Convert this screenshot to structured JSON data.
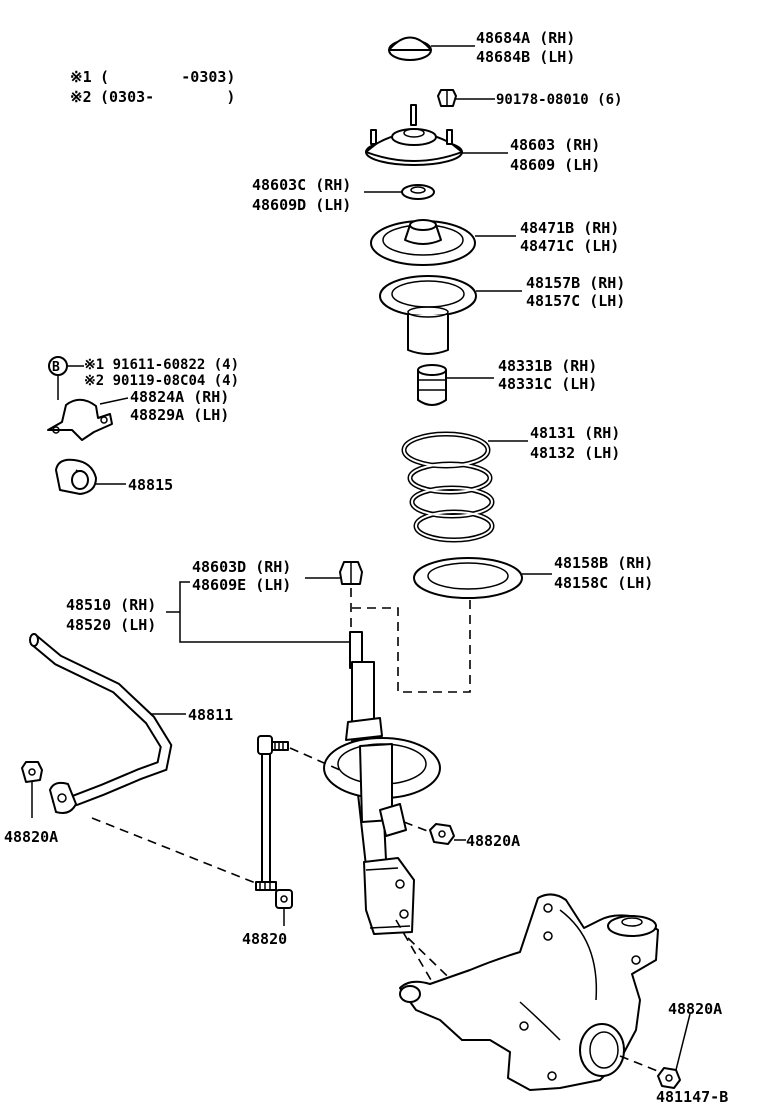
{
  "notes": [
    {
      "mark": "※1",
      "range": "(        -0303)"
    },
    {
      "mark": "※2",
      "range": "(0303-        )"
    }
  ],
  "diagram_code": "481147-B",
  "bolt_ref_symbol": "B",
  "parts": {
    "cap_rh": "48684A (RH)",
    "cap_lh": "48684B (LH)",
    "nut_top": "90178-08010 (6)",
    "support_rh": "48603 (RH)",
    "support_lh": "48609 (LH)",
    "spacer_rh": "48603C (RH)",
    "spacer_lh": "48609D (LH)",
    "seat_upper_rh": "48471B (RH)",
    "seat_upper_lh": "48471C (LH)",
    "boot_rh": "48157B (RH)",
    "boot_lh": "48157C (LH)",
    "bumper_rh": "48331B (RH)",
    "bumper_lh": "48331C (LH)",
    "spring_rh": "48131 (RH)",
    "spring_lh": "48132 (LH)",
    "insulator_rh": "48158B (RH)",
    "insulator_lh": "48158C (LH)",
    "bolt1": "※1 91611-60822 (4)",
    "bolt2": "※2 90119-08C04 (4)",
    "bracket_rh": "48824A (RH)",
    "bracket_lh": "48829A (LH)",
    "bushing": "48815",
    "nut_rod_rh": "48603D (RH)",
    "nut_rod_lh": "48609E (LH)",
    "strut_rh": "48510 (RH)",
    "strut_lh": "48520 (LH)",
    "stabilizer_bar": "48811",
    "nut_left": "48820A",
    "nut_mid": "48820A",
    "nut_right": "48820A",
    "link": "48820"
  }
}
